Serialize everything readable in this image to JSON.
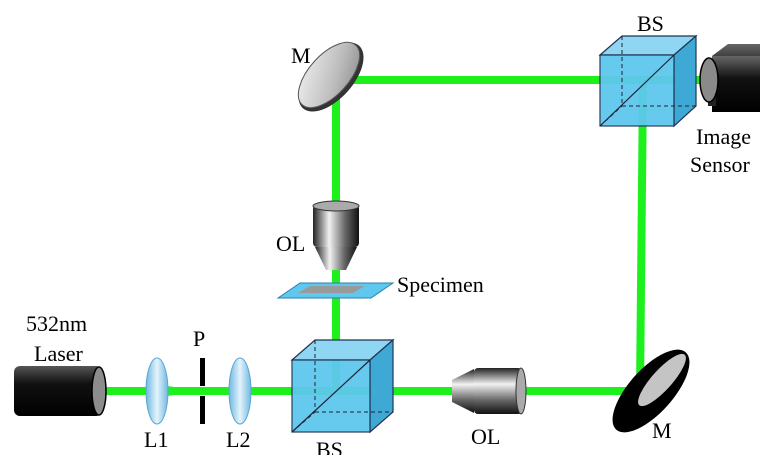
{
  "labels": {
    "laser_wavelength": "532nm",
    "laser": "Laser",
    "pinhole": "P",
    "lens1": "L1",
    "lens2": "L2",
    "bs_bottom": "BS",
    "bs_top": "BS",
    "ol_bottom": "OL",
    "ol_top": "OL",
    "mirror_top": "M",
    "mirror_bottom": "M",
    "specimen": "Specimen",
    "sensor_line1": "Image",
    "sensor_line2": "Sensor"
  },
  "colors": {
    "beam": "#1ef01e",
    "cube": "#5ec8ee",
    "lens": "#a8d8f0"
  }
}
